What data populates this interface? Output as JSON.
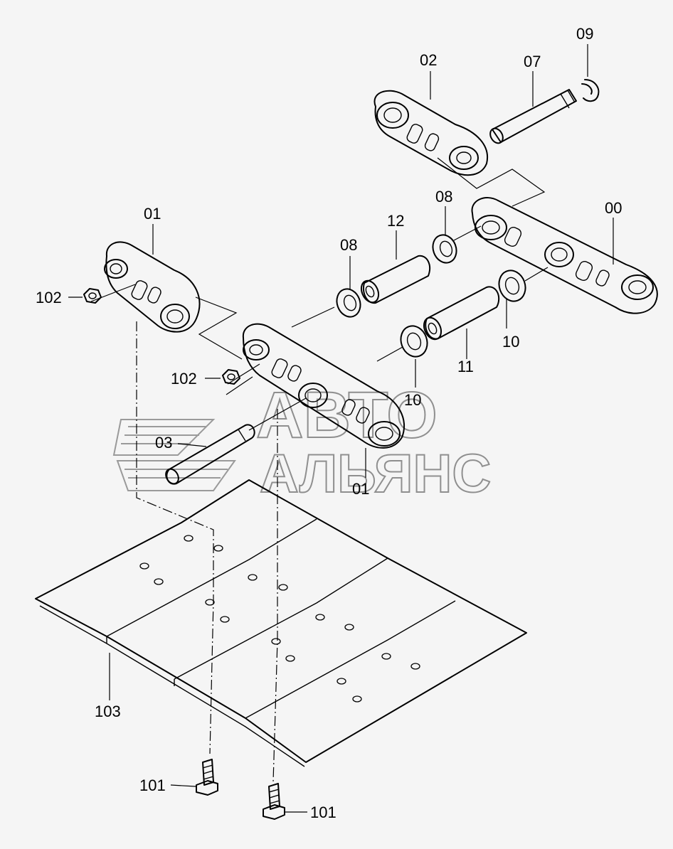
{
  "watermark": {
    "line1": "АВТО",
    "line2": "АЛЬЯНС"
  },
  "callouts": [
    {
      "id": "09",
      "text": "09"
    },
    {
      "id": "02",
      "text": "02"
    },
    {
      "id": "07",
      "text": "07"
    },
    {
      "id": "01a",
      "text": "01"
    },
    {
      "id": "08a",
      "text": "08"
    },
    {
      "id": "12",
      "text": "12"
    },
    {
      "id": "08b",
      "text": "08"
    },
    {
      "id": "00",
      "text": "00"
    },
    {
      "id": "102a",
      "text": "102"
    },
    {
      "id": "10a",
      "text": "10"
    },
    {
      "id": "11",
      "text": "11"
    },
    {
      "id": "10b",
      "text": "10"
    },
    {
      "id": "102b",
      "text": "102"
    },
    {
      "id": "03",
      "text": "03"
    },
    {
      "id": "01b",
      "text": "01"
    },
    {
      "id": "103",
      "text": "103"
    },
    {
      "id": "101a",
      "text": "101"
    },
    {
      "id": "101b",
      "text": "101"
    }
  ]
}
